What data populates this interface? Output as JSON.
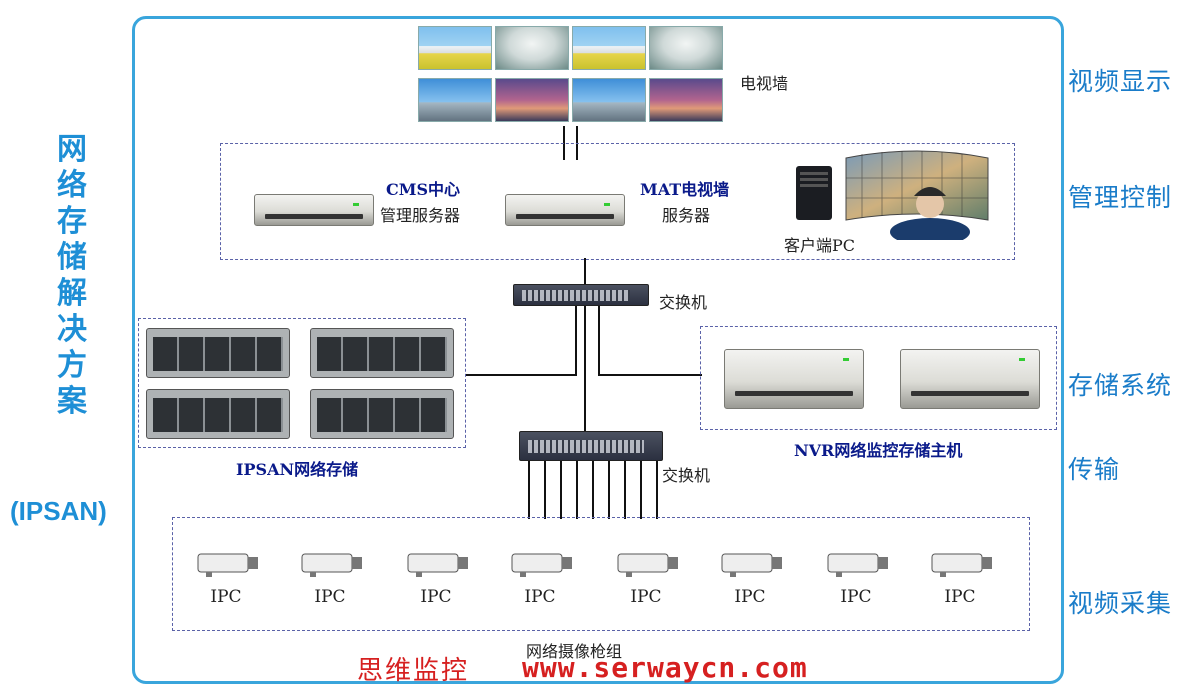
{
  "side_title": {
    "chars": [
      "网",
      "络",
      "存",
      "储",
      "解",
      "决",
      "方",
      "案"
    ],
    "suffix": "(IPSAN)"
  },
  "tiers": {
    "display": "视频显示",
    "management": "管理控制",
    "storage": "存储系统",
    "transmission": "传输",
    "capture": "视频采集"
  },
  "video_wall": {
    "label": "电视墙"
  },
  "management": {
    "cms_line1": "CMS中心",
    "cms_line2": "管理服务器",
    "mat_line1": "MAT电视墙",
    "mat_line2": "服务器",
    "client": "客户端PC"
  },
  "switch_top": {
    "label": "交换机"
  },
  "switch_bottom": {
    "label": "交换机"
  },
  "ipsan": {
    "label": "IPSAN网络存储"
  },
  "nvr": {
    "label": "NVR网络监控存储主机"
  },
  "cameras": {
    "labels": [
      "IPC",
      "IPC",
      "IPC",
      "IPC",
      "IPC",
      "IPC",
      "IPC",
      "IPC"
    ],
    "group_label": "网络摄像枪组"
  },
  "watermark": {
    "name": "思维监控",
    "url": "www.serwaycn.com"
  },
  "colors": {
    "frame": "#39a5dc",
    "title": "#1e8fd6",
    "watermark": "#d62020",
    "dash": "#5a62a8"
  }
}
